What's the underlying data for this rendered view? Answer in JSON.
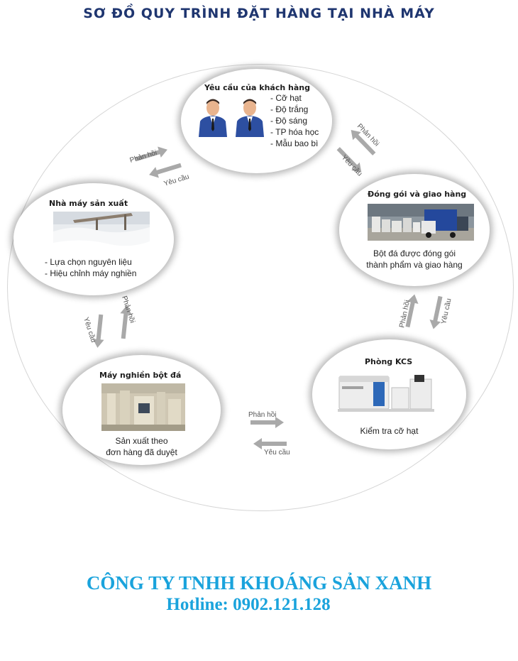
{
  "title": "SƠ ĐỒ QUY TRÌNH ĐẶT HÀNG TẠI NHÀ MÁY",
  "nodes": {
    "customer": {
      "title": "Yêu cầu của khách hàng",
      "items": [
        "- Cỡ hạt",
        "- Độ trắng",
        "- Độ sáng",
        "- TP hóa học",
        "- Mẫu bao bì"
      ]
    },
    "packing": {
      "title": "Đóng gói và giao hàng",
      "lines": [
        "Bột đá được đóng gói",
        "thành phẩm và giao hàng"
      ]
    },
    "kcs": {
      "title": "Phòng KCS",
      "lines": [
        "Kiểm tra cỡ hạt"
      ]
    },
    "mill": {
      "title": "Máy nghiền bột đá",
      "lines": [
        "Sản xuất theo",
        "đơn hàng đã duyệt"
      ]
    },
    "factory": {
      "title": "Nhà máy sản xuất",
      "lines": [
        "- Lựa chọn nguyên liệu",
        "- Hiệu chỉnh máy nghiền"
      ]
    }
  },
  "arrow_labels": {
    "feedback": "Phản hồi",
    "request": "Yêu cầu"
  },
  "footer": {
    "company": "CÔNG TY TNHH KHOÁNG SẢN XANH",
    "hotline": "Hotline: 0902.121.128"
  },
  "colors": {
    "title": "#1f3670",
    "footer": "#1aa3dc",
    "arrow": "#a9a9a9",
    "arrow_label": "#555555"
  }
}
